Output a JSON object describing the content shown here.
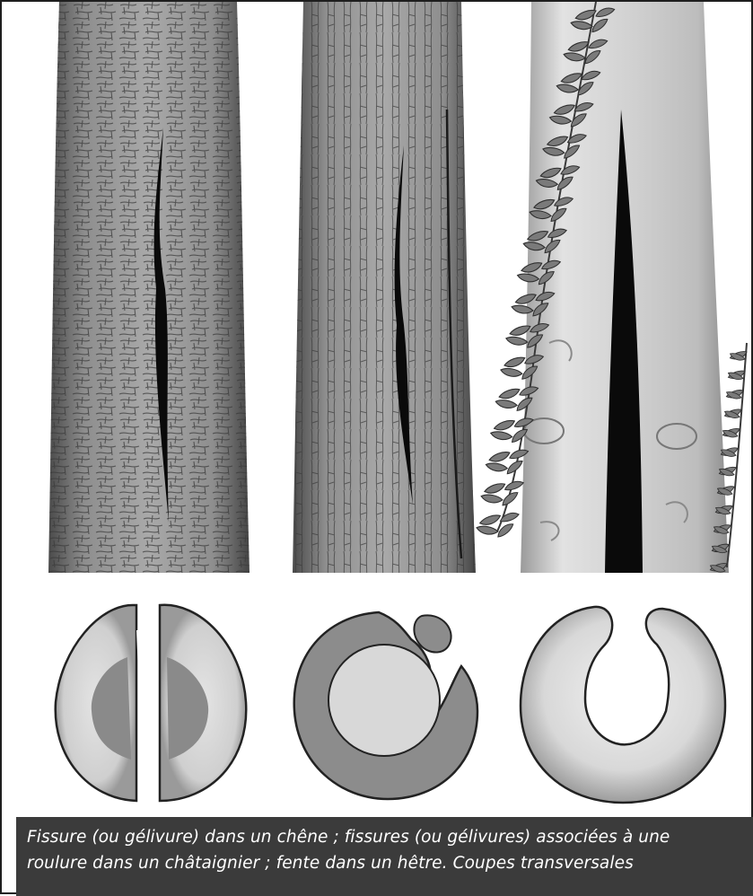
{
  "figure": {
    "panels": [
      {
        "tree": "chêne",
        "defect": "fissure (gélivure)"
      },
      {
        "tree": "châtaignier",
        "defect": "fissures (gélivures) associées à une roulure"
      },
      {
        "tree": "hêtre",
        "defect": "fente"
      }
    ],
    "colors": {
      "background": "#ffffff",
      "frame": "#1e1e1e",
      "caption_bar": "#3b3b3b",
      "caption_text": "#ffffff",
      "bark_dark": "#6b6b6b",
      "bark_light": "#b8b8b8",
      "beech_bark": "#d9d9d9",
      "crack": "#0a0a0a",
      "ivy": "#7a7a7a",
      "section_outer": "#8c8c8c",
      "section_sapwood": "#d6d6d6",
      "section_heartwood": "#8a8a8a",
      "section_core": "#dcdcdc"
    }
  },
  "caption": {
    "line1": "Fissure (ou gélivure) dans un chêne ; fissures (ou gélivures) associées à une",
    "line2": "roulure dans un châtaignier ; fente dans un hêtre. Coupes transversales"
  }
}
